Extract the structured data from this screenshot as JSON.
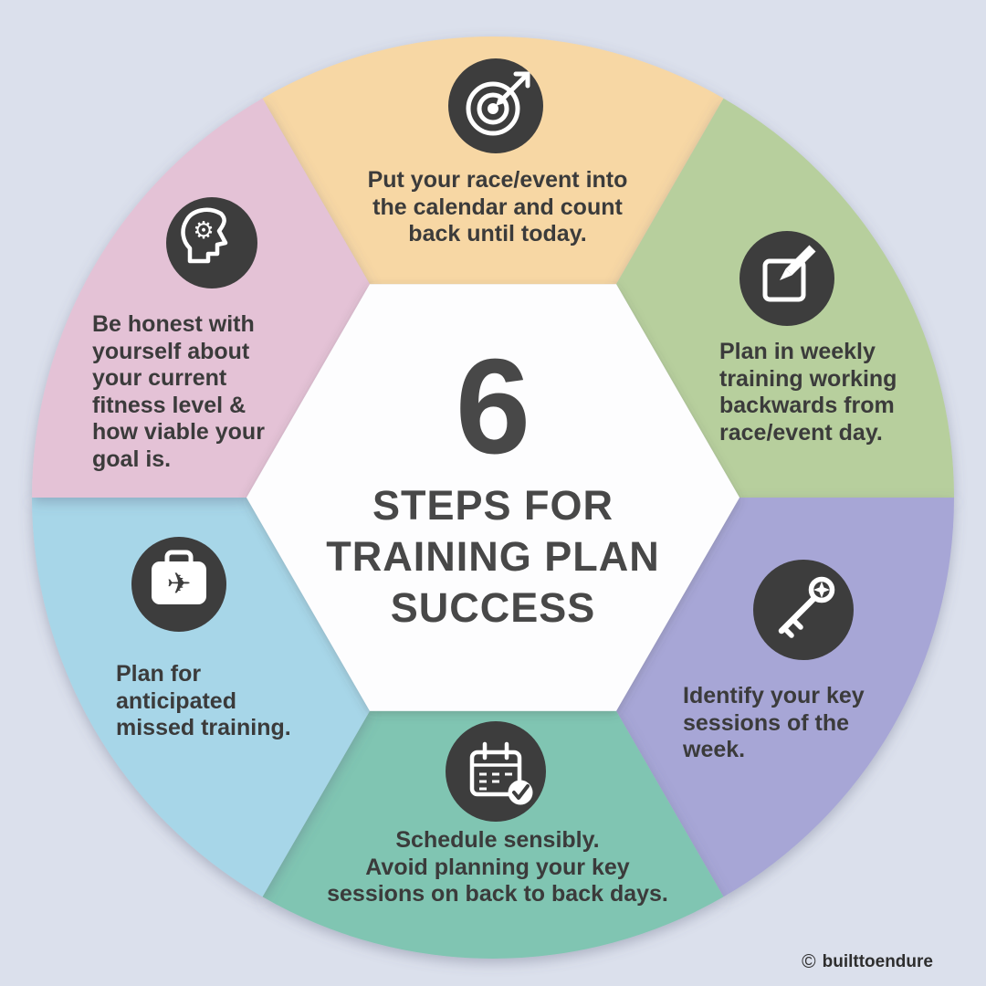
{
  "background_color": "#dbe0ec",
  "center": {
    "number": "6",
    "title": "STEPS FOR\nTRAINING PLAN\nSUCCESS"
  },
  "segments": [
    {
      "label": "race-into-calendar",
      "color": "#f7d7a4",
      "icon": "target-icon",
      "text": "Put your race/event into\nthe calendar and count\nback until today."
    },
    {
      "label": "weekly-training-backwards",
      "color": "#b7cf9d",
      "icon": "pencil-edit-icon",
      "text": "Plan in weekly\ntraining working\nbackwards from\nrace/event day."
    },
    {
      "label": "key-sessions",
      "color": "#a7a6d6",
      "icon": "key-icon",
      "text": "Identify your key\nsessions of the\nweek."
    },
    {
      "label": "schedule-sensibly",
      "color": "#80c5b2",
      "icon": "calendar-check-icon",
      "text": "Schedule sensibly.\nAvoid planning your key\nsessions on back to back days."
    },
    {
      "label": "missed-training",
      "color": "#a7d6e8",
      "icon": "suitcase-plane-icon",
      "text": "Plan for\nanticipated\nmissed training."
    },
    {
      "label": "honest-fitness",
      "color": "#e4c2d6",
      "icon": "head-gear-icon",
      "text": "Be honest with\nyourself about\nyour current\nfitness level &\nhow viable your\ngoal is."
    }
  ],
  "icons": {
    "plane_glyph": "✈",
    "gear_glyph": "⚙"
  },
  "colors": {
    "icon_circle": "#3d3d3d",
    "center_fill": "#fdfdfe",
    "text": "#3b3b3b"
  },
  "footer": {
    "copyright": "©",
    "credit": "builttoendure"
  }
}
